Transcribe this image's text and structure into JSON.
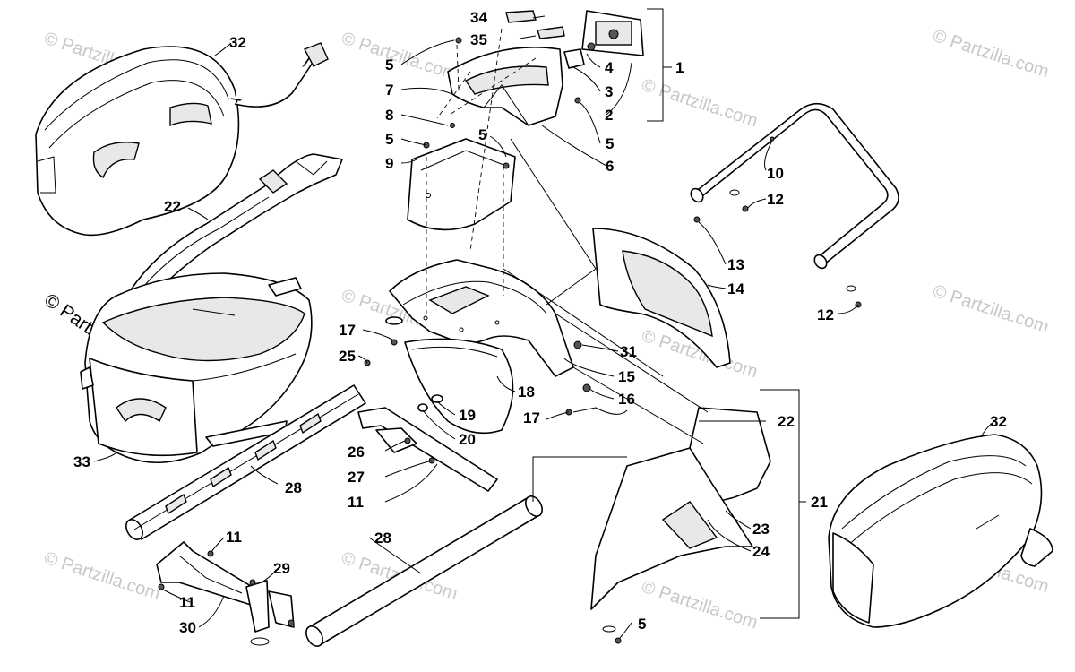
{
  "watermark": {
    "text": "© Partzilla.com"
  },
  "callouts": {
    "c1": "1",
    "c2": "2",
    "c3": "3",
    "c4": "4",
    "c5a": "5",
    "c5b": "5",
    "c5c": "5",
    "c5d": "5",
    "c5e": "5",
    "c6": "6",
    "c7": "7",
    "c8": "8",
    "c9": "9",
    "c10": "10",
    "c11a": "11",
    "c11b": "11",
    "c11c": "11",
    "c12a": "12",
    "c12b": "12",
    "c13": "13",
    "c14": "14",
    "c15": "15",
    "c16": "16",
    "c17a": "17",
    "c17b": "17",
    "c18": "18",
    "c19": "19",
    "c20": "20",
    "c21": "21",
    "c22a": "22",
    "c22b": "22",
    "c23": "23",
    "c24": "24",
    "c25": "25",
    "c26": "26",
    "c27": "27",
    "c28a": "28",
    "c28b": "28",
    "c29": "29",
    "c30": "30",
    "c31": "31",
    "c32a": "32",
    "c32b": "32",
    "c33": "33",
    "c34": "34",
    "c35": "35"
  }
}
